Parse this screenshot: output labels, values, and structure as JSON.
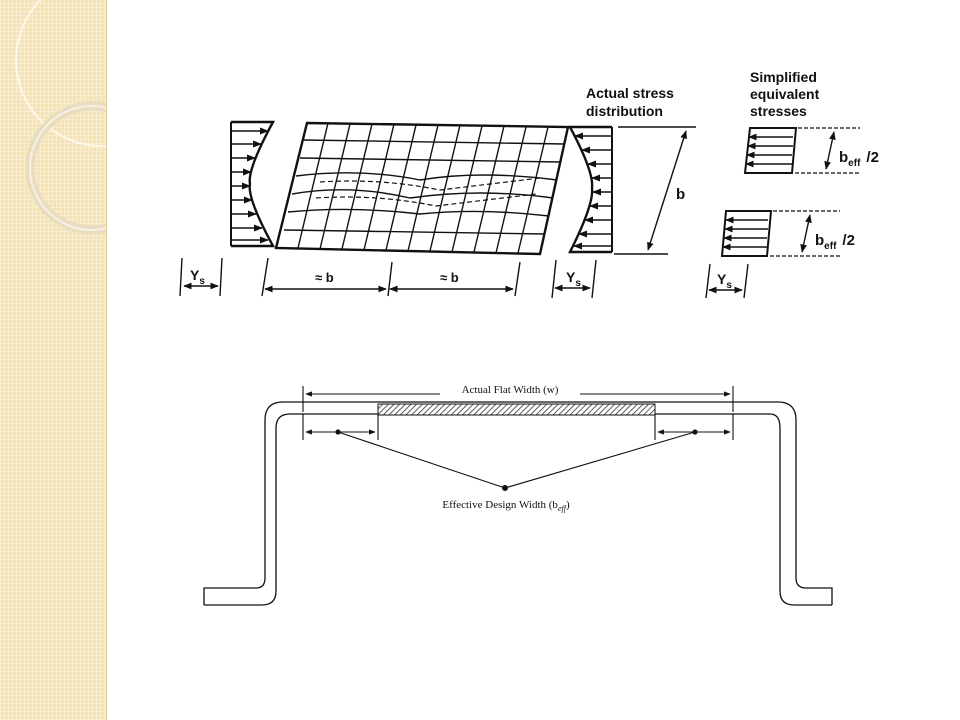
{
  "top_diagram": {
    "actual_stress_label": [
      "Actual stress",
      "distribution"
    ],
    "simplified_label": [
      "Simplified",
      "equivalent",
      "stresses"
    ],
    "ys_symbol": "Y",
    "ys_subscript": "s",
    "approx_b_left": "≈ b",
    "approx_b_right": "≈ b",
    "b_label": "b",
    "beff_symbol": "b",
    "beff_subscript": "eff",
    "beff_half": "/2"
  },
  "bottom_diagram": {
    "actual_flat_width_label": "Actual Flat Width (w)",
    "effective_design_width_label": "Effective Design Width (b",
    "effective_design_width_sub": "eff",
    "effective_design_width_close": ")"
  },
  "colors": {
    "strip_background": "#f5e3b4",
    "line": "#111111"
  }
}
